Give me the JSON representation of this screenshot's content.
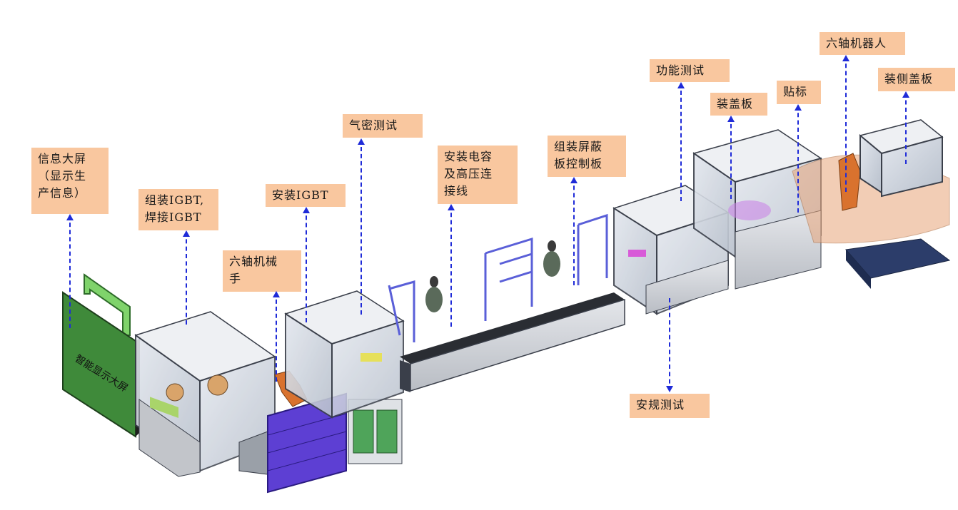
{
  "labels": {
    "info_screen": "信息大屏\n（显示生\n产信息）",
    "assemble_igbt": "组装IGBT,\n焊接IGBT",
    "six_axis_arm": "六轴机械\n手",
    "install_igbt": "安装IGBT",
    "airtight_test": "气密测试",
    "install_capacitor": "安装电容\n及高压连\n接线",
    "shield_board": "组装屏蔽\n板控制板",
    "function_test": "功能测试",
    "cover_plate": "装盖板",
    "labeling": "贴标",
    "six_axis_robot": "六轴机器人",
    "side_cover": "装侧盖板",
    "safety_test": "安规测试"
  },
  "screen_text": "智能显示大屏",
  "colors": {
    "label_bg": "#f9c79f",
    "arrow": "#1f2bd8",
    "frame": "#3a3f4a",
    "glass": "#c9cfd8",
    "cabinet": "#d6d9de",
    "screen_green": "#3f8a3a",
    "robot_orange": "#d9722e",
    "blue_cabinet": "#5d3fd3"
  }
}
